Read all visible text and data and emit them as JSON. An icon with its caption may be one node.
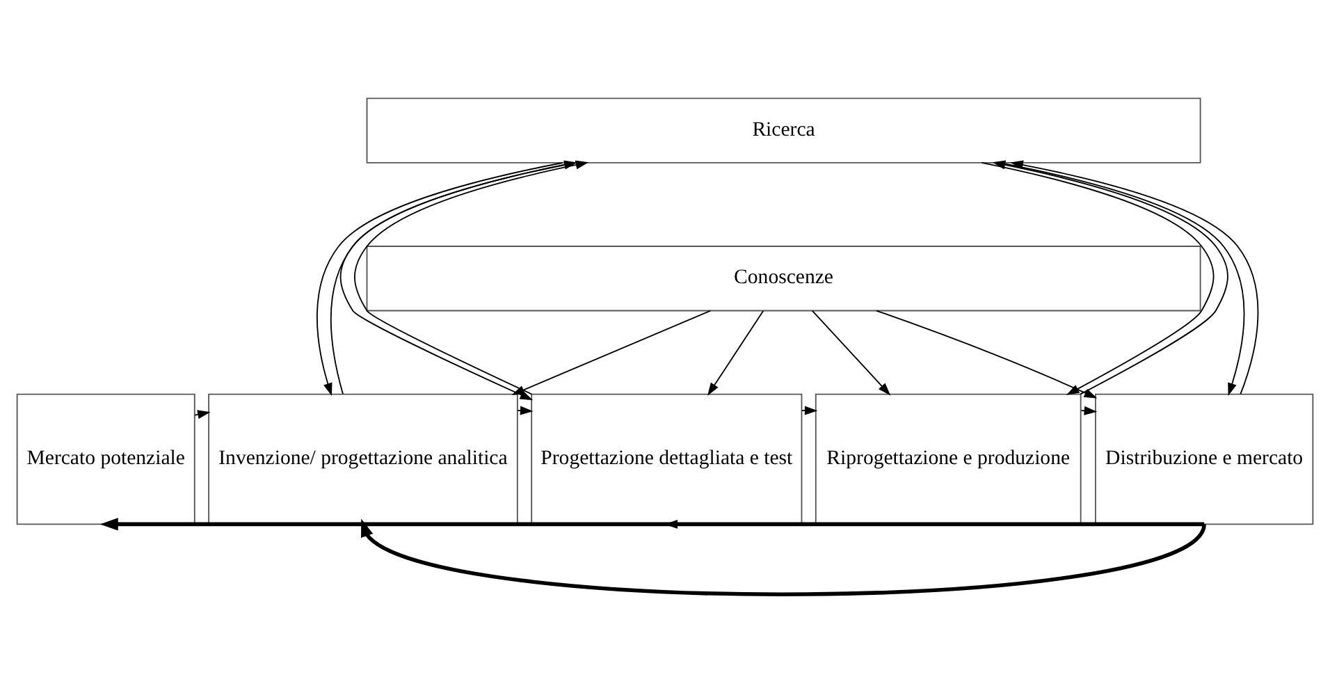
{
  "diagram": {
    "nodes": [
      {
        "text": [
          "Ricerca"
        ]
      },
      {
        "text": [
          "Conoscenze"
        ]
      },
      {
        "text": [
          "Mercato potenziale"
        ]
      },
      {
        "text": [
          "Invenzione/ progettazione analitica"
        ]
      },
      {
        "text": [
          "Progettazione dettagliata e test"
        ]
      },
      {
        "text": [
          "Riprogettazione e produzione"
        ]
      },
      {
        "text": [
          "Distribuzione e mercato"
        ]
      }
    ],
    "edges": [
      {
        "from": 2,
        "to": 3,
        "arrow": "to"
      },
      {
        "from": 3,
        "to": 4,
        "arrow": "to"
      },
      {
        "from": 4,
        "to": 5,
        "arrow": "to"
      },
      {
        "from": 5,
        "to": 6,
        "arrow": "to"
      },
      {
        "from": 3,
        "to": 0,
        "arrow": "to"
      },
      {
        "from": 0,
        "to": 3,
        "arrow": "to"
      },
      {
        "from": 1,
        "to": 3,
        "arrow": "to"
      },
      {
        "from": 4,
        "to": 0,
        "arrow": "to"
      },
      {
        "from": 0,
        "to": 4,
        "arrow": "to"
      },
      {
        "from": 1,
        "to": 4,
        "arrow": "to"
      },
      {
        "from": 5,
        "to": 0,
        "arrow": "to"
      },
      {
        "from": 0,
        "to": 5,
        "arrow": "to"
      },
      {
        "from": 1,
        "to": 5,
        "arrow": "to"
      },
      {
        "from": 6,
        "to": 0,
        "arrow": "to"
      },
      {
        "from": 0,
        "to": 6,
        "arrow": "to"
      },
      {
        "from": 1,
        "to": 6,
        "arrow": "to"
      },
      {
        "from": 6,
        "to": 4,
        "arrow": "to"
      },
      {
        "from": 6,
        "to": 3,
        "arrow": "to",
        "style": "thick"
      },
      {
        "from": 6,
        "to": 2,
        "arrow": "to",
        "style": "thick"
      }
    ]
  }
}
